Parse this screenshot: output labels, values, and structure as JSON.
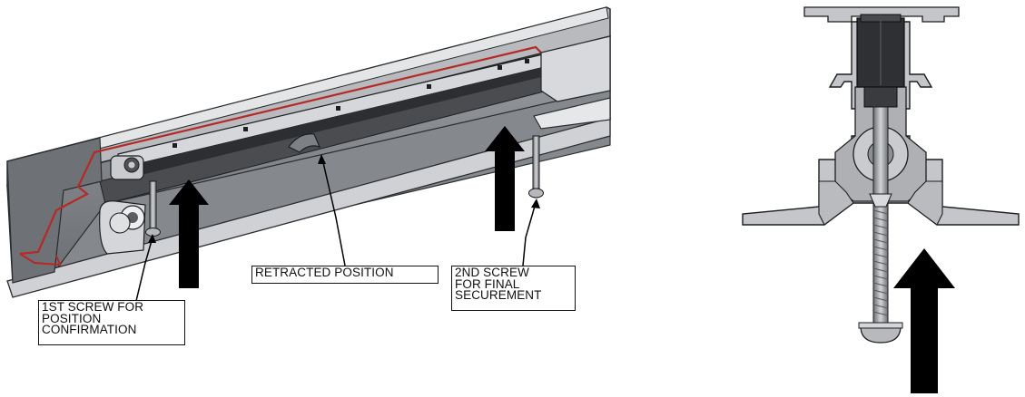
{
  "callouts": {
    "first_screw": "1ST SCREW FOR\nPOSITION\nCONFIRMATION",
    "retracted": "RETRACTED POSITION",
    "second_screw": "2ND SCREW\nFOR FINAL\nSECUREMENT"
  },
  "colors": {
    "rail_dark": "#3f4144",
    "rail_mid": "#8e9196",
    "rail_light": "#c9cbce",
    "profile": "#c4c6c9",
    "accent_red": "#b52a26",
    "arrow": "#000000"
  }
}
